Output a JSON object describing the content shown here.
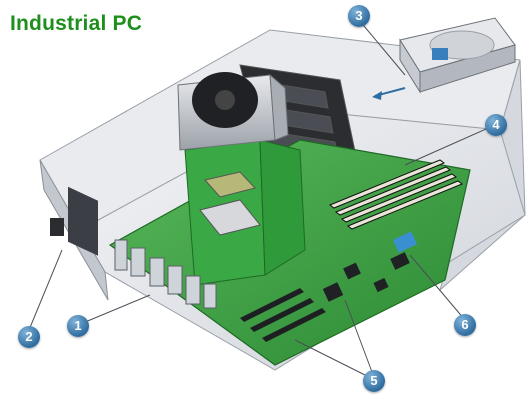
{
  "title": "Industrial PC",
  "callouts": [
    {
      "number": "1"
    },
    {
      "number": "2"
    },
    {
      "number": "3"
    },
    {
      "number": "4"
    },
    {
      "number": "5"
    },
    {
      "number": "6"
    }
  ],
  "colors": {
    "title": "#1e8f1c",
    "callout": "#3f7fb5",
    "motherboard": "#2f9a3a",
    "chassis": "#e6e8ec"
  }
}
